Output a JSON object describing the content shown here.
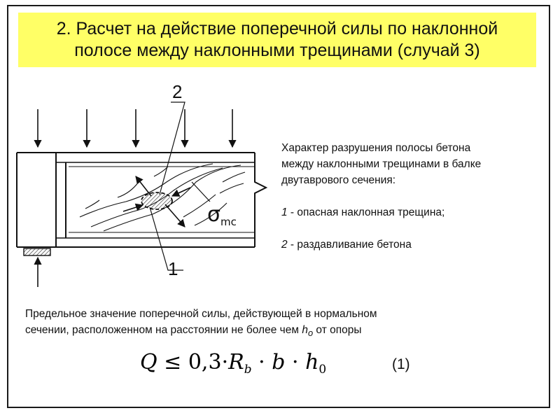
{
  "slide": {
    "title": "2. Расчет  на действие поперечной силы по наклонной\nполосе между наклонными  трещинами (случай 3)"
  },
  "diagram": {
    "label_crush": "2",
    "label_crack": "1",
    "sigma_symbol": "σ",
    "sigma_subscript": "mc"
  },
  "description": {
    "line1": "Характер разрушения полосы бетона",
    "line2": "между наклонными трещинами в балке",
    "line3": "двутаврового сечения:",
    "item1_num": "1",
    "item1_text": " - опасная наклонная трещина;",
    "item2_num": "2",
    "item2_text": " - раздавливание бетона"
  },
  "limit": {
    "line1": "Предельное значение поперечной силы, действующей в нормальном",
    "line2_pre": "сечении, расположенном на расстоянии не более чем ",
    "h_var": "h",
    "h_sub": "o",
    "line2_post": " от опоры"
  },
  "formula": {
    "Q": "Q",
    "le": "≤",
    "coef": "0,3",
    "dot": "·",
    "R": "R",
    "R_sub": "b",
    "b": "b",
    "h": "h",
    "h_sub": "0",
    "number": "(1)"
  }
}
